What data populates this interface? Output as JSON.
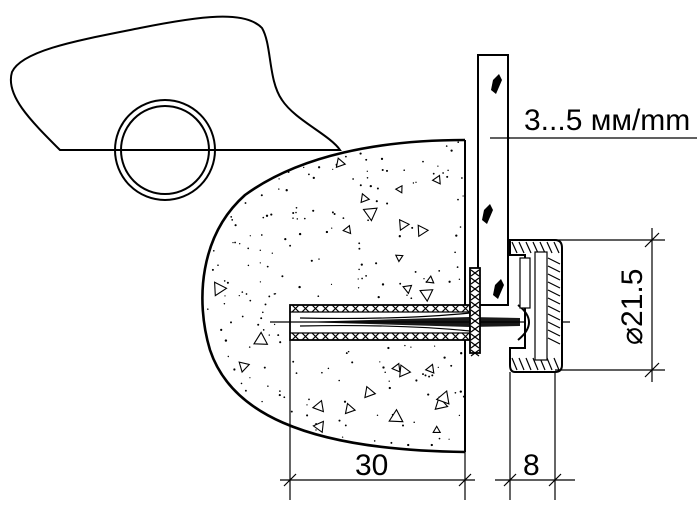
{
  "dimensions": {
    "glass_thickness": "3...5 мм/mm",
    "cap_diameter": "⌀21.5",
    "anchor_depth": "30",
    "cap_height": "8"
  },
  "colors": {
    "line": "#000000",
    "background": "#ffffff"
  }
}
